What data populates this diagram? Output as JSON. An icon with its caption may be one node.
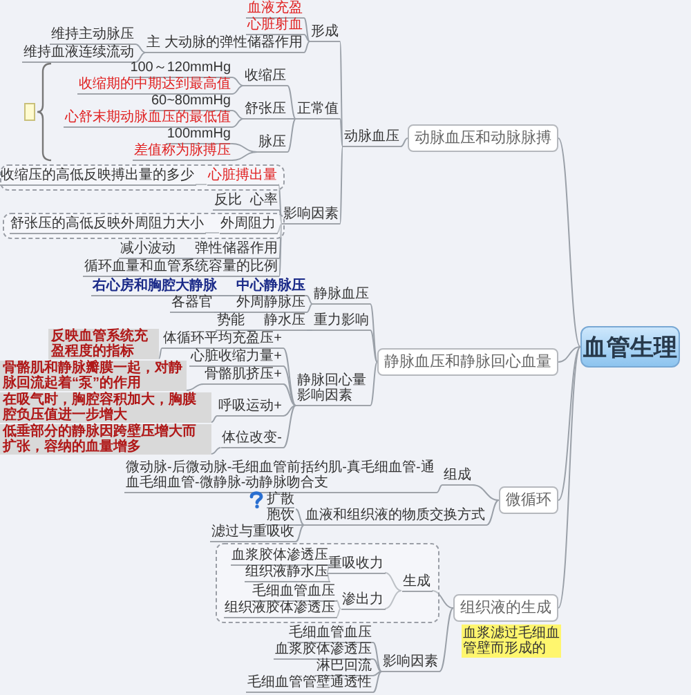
{
  "diagram": {
    "nodes": [
      {
        "text": [
          "血管生理"
        ]
      },
      {
        "text": [
          "动脉血压和动脉脉搏"
        ]
      },
      {
        "text": [
          "静脉血压和静脉回心血量"
        ]
      },
      {
        "text": [
          "微循环"
        ]
      },
      {
        "text": [
          "组织液的生成"
        ],
        "beside": [
          "血浆滤过毛细血管壁而形成的"
        ]
      },
      {
        "text": [
          "动脉血压"
        ]
      },
      {
        "text": [
          "形成"
        ]
      },
      {
        "text": [
          "正常值"
        ]
      },
      {
        "text": [
          "影响因素"
        ]
      },
      {
        "text": [
          "血液充盈"
        ]
      },
      {
        "text": [
          "心脏射血"
        ]
      },
      {
        "text": [
          "主 大动脉的弹性储器作用"
        ]
      },
      {
        "text": [
          "维持主动脉压"
        ]
      },
      {
        "text": [
          "维持血液连续流动"
        ]
      },
      {
        "text": [
          "收缩压"
        ]
      },
      {
        "text": [
          "舒张压"
        ]
      },
      {
        "text": [
          "脉压"
        ]
      },
      {
        "text": [
          "100～120mmHg"
        ]
      },
      {
        "text": [
          "收缩期的中期达到最高值"
        ]
      },
      {
        "text": [
          "60~80mmHg"
        ]
      },
      {
        "text": [
          "心舒末期动脉血压的最低值"
        ]
      },
      {
        "text": [
          "100mmHg"
        ]
      },
      {
        "text": [
          "差值称为脉搏压"
        ]
      },
      {
        "text": [],
        "shape": "box"
      },
      {
        "text": [
          "心脏搏出量"
        ],
        "in": 23
      },
      {
        "text": [
          "收缩压的高低反映搏出量的多少"
        ],
        "in": 23
      },
      {
        "text": [
          "心率"
        ]
      },
      {
        "text": [
          "反比"
        ]
      },
      {
        "text": [],
        "shape": "box"
      },
      {
        "text": [
          "外周阻力"
        ],
        "in": 28
      },
      {
        "text": [
          "舒张压的高低反映外周阻力大小"
        ],
        "in": 28
      },
      {
        "text": [
          "弹性储器作用"
        ]
      },
      {
        "text": [
          "减小波动"
        ]
      },
      {
        "text": [
          "循环血量和血管系统容量的比例"
        ]
      },
      {
        "text": [
          "静脉血压"
        ]
      },
      {
        "text": [
          "重力影响"
        ]
      },
      {
        "text": [
          "静脉回心量影响因素"
        ]
      },
      {
        "text": [
          "中心静脉压"
        ]
      },
      {
        "text": [
          "右心房和胸腔大静脉"
        ]
      },
      {
        "text": [
          "外周静脉压"
        ]
      },
      {
        "text": [
          "各器官"
        ]
      },
      {
        "text": [
          "静水压"
        ]
      },
      {
        "text": [
          "势能"
        ]
      },
      {
        "text": [
          "体循环平均充盈压+"
        ]
      },
      {
        "text": [
          "反映血管系统充盈程度的指标"
        ]
      },
      {
        "text": [
          "心脏收缩力量+"
        ]
      },
      {
        "text": [
          "骨骼肌挤压+"
        ]
      },
      {
        "text": [
          "骨骼肌和静脉瓣膜一起，对静脉回流起着“泵”的作用"
        ]
      },
      {
        "text": [
          "呼吸运动+"
        ]
      },
      {
        "text": [
          "在吸气时，胸腔容积加大，胸膜腔负压值进一步增大"
        ]
      },
      {
        "text": [
          "体位改变-"
        ]
      },
      {
        "text": [
          "低垂部分的静脉因跨壁压增大而扩张，容纳的血量增多"
        ]
      },
      {
        "text": [
          "组成"
        ]
      },
      {
        "text": [
          "微动脉-后微动脉-毛细血管前括约肌-真毛细血管-通血毛细血管-微静脉-动静脉吻合支"
        ]
      },
      {
        "text": [
          "血液和组织液的物质交换方式"
        ]
      },
      {
        "text": [
          "扩散"
        ]
      },
      {
        "text": [
          "胞饮"
        ]
      },
      {
        "text": [
          "滤过与重吸收"
        ]
      },
      {
        "text": [],
        "shape": "box"
      },
      {
        "text": [
          "生成"
        ],
        "in": 58
      },
      {
        "text": [
          "重吸收力"
        ],
        "in": 58
      },
      {
        "text": [
          "血浆胶体渗透压"
        ],
        "in": 58
      },
      {
        "text": [
          "组织液静水压"
        ],
        "in": 58
      },
      {
        "text": [
          "渗出力"
        ],
        "in": 58
      },
      {
        "text": [
          "毛细血管血压"
        ],
        "in": 58
      },
      {
        "text": [
          "组织液胶体渗透压"
        ],
        "in": 58
      },
      {
        "text": [
          "影响因素"
        ]
      },
      {
        "text": [
          "毛细血管血压"
        ]
      },
      {
        "text": [
          "血浆胶体渗透压"
        ]
      },
      {
        "text": [
          "淋巴回流"
        ]
      },
      {
        "text": [
          "毛细血管管壁通透性"
        ]
      }
    ],
    "edges": [
      {
        "from": 0,
        "to": 1,
        "arrow": "none"
      },
      {
        "from": 0,
        "to": 2,
        "arrow": "none"
      },
      {
        "from": 0,
        "to": 3,
        "arrow": "none"
      },
      {
        "from": 0,
        "to": 4,
        "arrow": "none"
      },
      {
        "from": 1,
        "to": 5,
        "arrow": "none"
      },
      {
        "from": 5,
        "to": 6,
        "arrow": "none"
      },
      {
        "from": 5,
        "to": 7,
        "arrow": "none"
      },
      {
        "from": 5,
        "to": 8,
        "arrow": "none"
      },
      {
        "from": 6,
        "to": 9,
        "arrow": "none"
      },
      {
        "from": 6,
        "to": 10,
        "arrow": "none"
      },
      {
        "from": 6,
        "to": 11,
        "arrow": "none"
      },
      {
        "from": 11,
        "to": 12,
        "arrow": "none"
      },
      {
        "from": 11,
        "to": 13,
        "arrow": "none"
      },
      {
        "from": 7,
        "to": 14,
        "arrow": "none"
      },
      {
        "from": 7,
        "to": 15,
        "arrow": "none"
      },
      {
        "from": 7,
        "to": 16,
        "arrow": "none"
      },
      {
        "from": 14,
        "to": 17,
        "arrow": "none"
      },
      {
        "from": 14,
        "to": 18,
        "arrow": "none"
      },
      {
        "from": 15,
        "to": 19,
        "arrow": "none"
      },
      {
        "from": 15,
        "to": 20,
        "arrow": "none"
      },
      {
        "from": 16,
        "to": 21,
        "arrow": "none"
      },
      {
        "from": 16,
        "to": 22,
        "arrow": "none"
      },
      {
        "from": 8,
        "to": 24,
        "arrow": "none"
      },
      {
        "from": 24,
        "to": 25,
        "arrow": "none"
      },
      {
        "from": 8,
        "to": 26,
        "arrow": "none"
      },
      {
        "from": 26,
        "to": 27,
        "arrow": "none"
      },
      {
        "from": 8,
        "to": 29,
        "arrow": "none"
      },
      {
        "from": 29,
        "to": 30,
        "arrow": "none"
      },
      {
        "from": 8,
        "to": 31,
        "arrow": "none"
      },
      {
        "from": 31,
        "to": 32,
        "arrow": "none"
      },
      {
        "from": 8,
        "to": 33,
        "arrow": "none"
      },
      {
        "from": 2,
        "to": 34,
        "arrow": "none"
      },
      {
        "from": 2,
        "to": 35,
        "arrow": "none"
      },
      {
        "from": 2,
        "to": 36,
        "arrow": "none"
      },
      {
        "from": 34,
        "to": 37,
        "arrow": "none"
      },
      {
        "from": 37,
        "to": 38,
        "arrow": "none"
      },
      {
        "from": 34,
        "to": 39,
        "arrow": "none"
      },
      {
        "from": 39,
        "to": 40,
        "arrow": "none"
      },
      {
        "from": 35,
        "to": 41,
        "arrow": "none"
      },
      {
        "from": 41,
        "to": 42,
        "arrow": "none"
      },
      {
        "from": 36,
        "to": 43,
        "arrow": "none"
      },
      {
        "from": 43,
        "to": 44,
        "arrow": "none"
      },
      {
        "from": 36,
        "to": 45,
        "arrow": "none"
      },
      {
        "from": 36,
        "to": 46,
        "arrow": "none"
      },
      {
        "from": 46,
        "to": 47,
        "arrow": "none"
      },
      {
        "from": 36,
        "to": 48,
        "arrow": "none"
      },
      {
        "from": 48,
        "to": 49,
        "arrow": "none"
      },
      {
        "from": 36,
        "to": 50,
        "arrow": "none"
      },
      {
        "from": 50,
        "to": 51,
        "arrow": "none"
      },
      {
        "from": 3,
        "to": 52,
        "arrow": "none"
      },
      {
        "from": 52,
        "to": 53,
        "arrow": "none"
      },
      {
        "from": 3,
        "to": 54,
        "arrow": "none"
      },
      {
        "from": 54,
        "to": 55,
        "arrow": "none"
      },
      {
        "from": 54,
        "to": 56,
        "arrow": "none"
      },
      {
        "from": 54,
        "to": 57,
        "arrow": "none"
      },
      {
        "from": 4,
        "to": 59,
        "arrow": "none"
      },
      {
        "from": 59,
        "to": 60,
        "arrow": "none"
      },
      {
        "from": 60,
        "to": 61,
        "arrow": "none"
      },
      {
        "from": 60,
        "to": 62,
        "arrow": "none"
      },
      {
        "from": 59,
        "to": 63,
        "arrow": "none"
      },
      {
        "from": 63,
        "to": 64,
        "arrow": "none"
      },
      {
        "from": 63,
        "to": 65,
        "arrow": "none"
      },
      {
        "from": 4,
        "to": 66,
        "arrow": "none"
      },
      {
        "from": 66,
        "to": 67,
        "arrow": "none"
      },
      {
        "from": 66,
        "to": 68,
        "arrow": "none"
      },
      {
        "from": 66,
        "to": 69,
        "arrow": "none"
      },
      {
        "from": 66,
        "to": 70,
        "arrow": "none"
      }
    ]
  }
}
